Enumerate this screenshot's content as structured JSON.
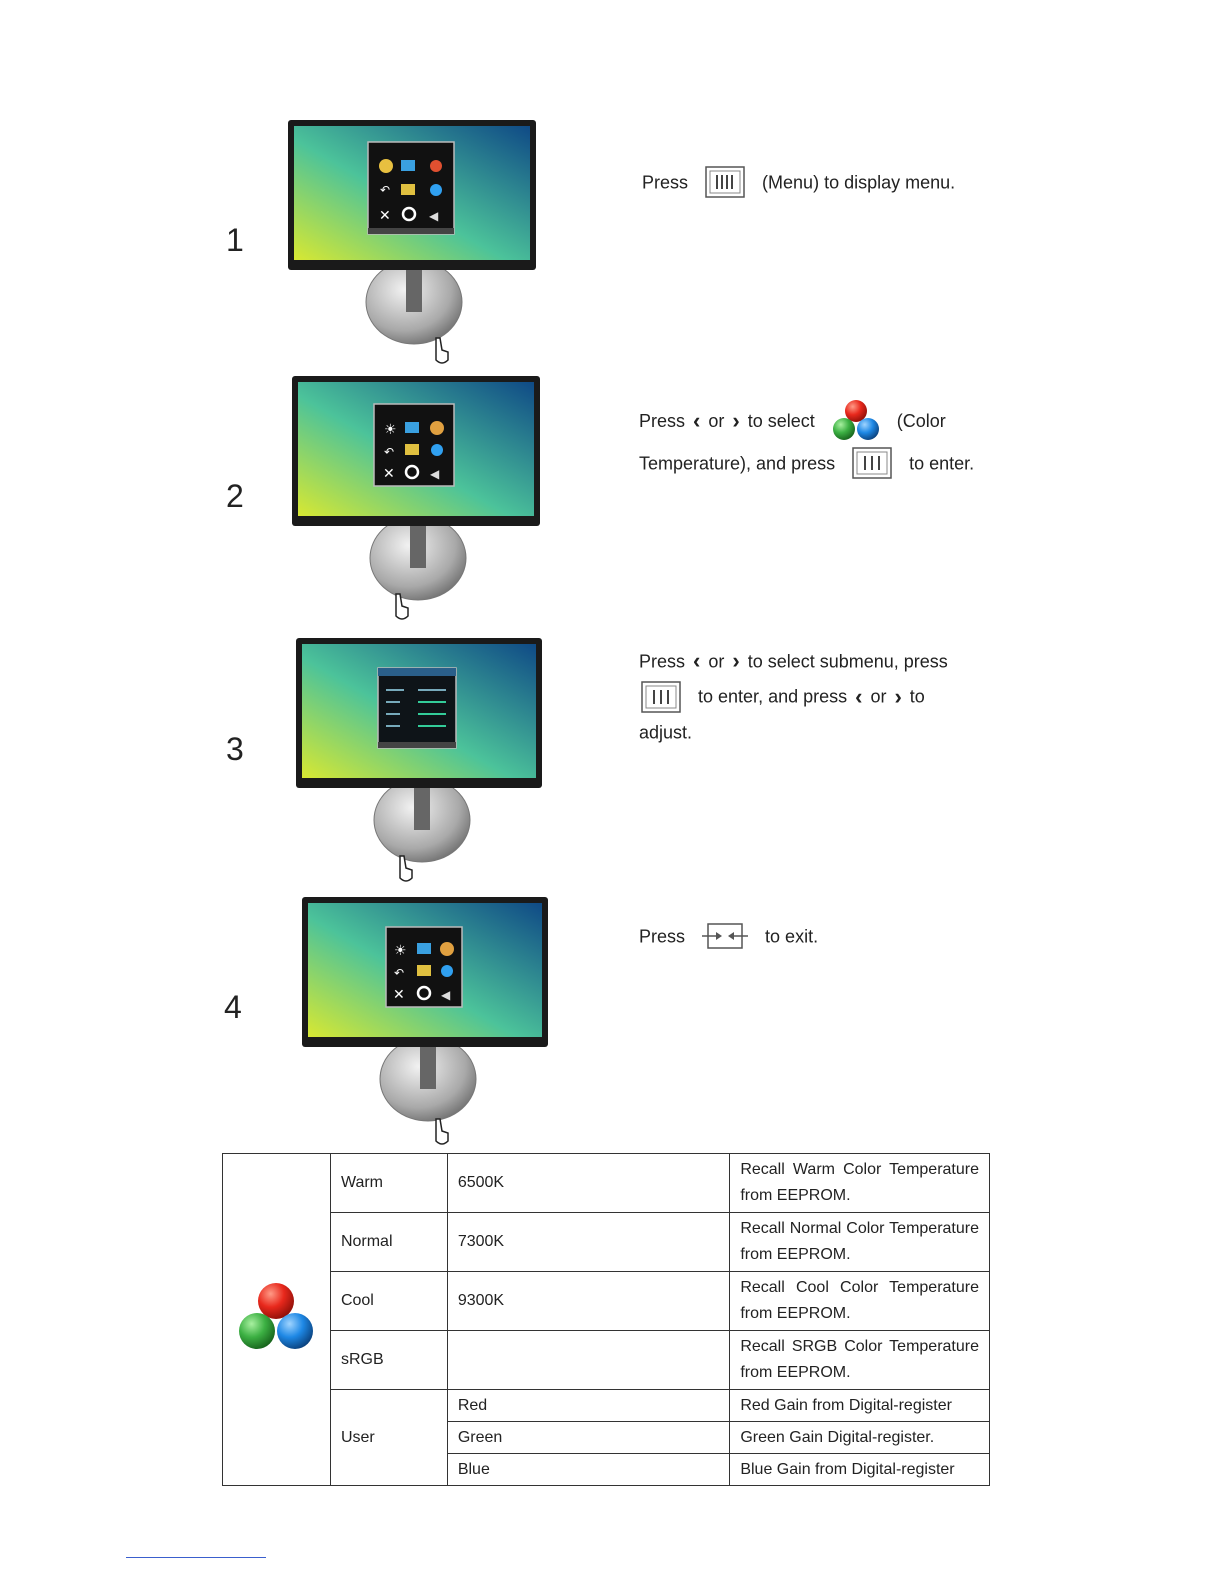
{
  "steps": [
    {
      "number": "1",
      "text_a": "Press",
      "text_b": "(Menu) to display menu."
    },
    {
      "number": "2",
      "text_a": "Press",
      "or": "or",
      "text_b": "to select",
      "text_c": "(Color",
      "text_d": "Temperature), and press",
      "text_e": "to enter."
    },
    {
      "number": "3",
      "text_a": "Press",
      "or": "or",
      "text_b": "to select submenu, press",
      "text_c": "to enter, and press",
      "or2": "or",
      "text_d": "to",
      "text_e": "adjust."
    },
    {
      "number": "4",
      "text_a": "Press",
      "text_b": "to exit."
    }
  ],
  "table": {
    "rows": [
      {
        "mode": "Warm",
        "value": "6500K",
        "desc": "Recall Warm Color Temperature from EEPROM."
      },
      {
        "mode": "Normal",
        "value": "7300K",
        "desc": "Recall Normal Color Temperature from EEPROM."
      },
      {
        "mode": "Cool",
        "value": "9300K",
        "desc": "Recall Cool Color Temperature from EEPROM."
      },
      {
        "mode": "sRGB",
        "value": "",
        "desc": "Recall SRGB Color Temperature from EEPROM."
      }
    ],
    "user": {
      "mode": "User",
      "rows": [
        {
          "value": "Red",
          "desc": "Red Gain from Digital-register"
        },
        {
          "value": "Green",
          "desc": "Green Gain Digital-register."
        },
        {
          "value": "Blue",
          "desc": "Blue Gain from Digital-register"
        }
      ]
    }
  },
  "colors": {
    "red": "#e8281c",
    "green": "#3cb043",
    "blue": "#1e88e5"
  },
  "icons": [
    "menu-button-icon",
    "chevron-left-icon",
    "chevron-right-icon",
    "color-temperature-icon",
    "exit-button-icon",
    "pointing-hand-icon"
  ]
}
